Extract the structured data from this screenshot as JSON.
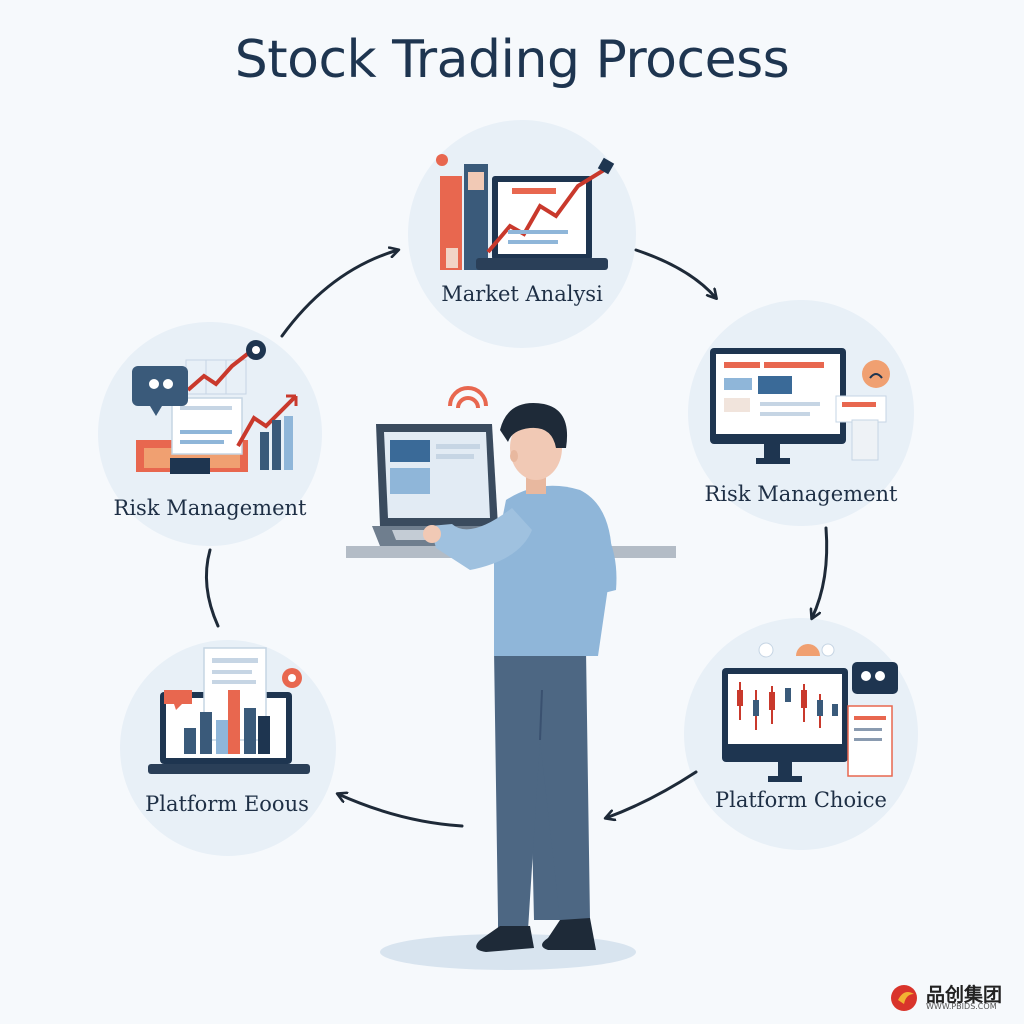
{
  "title": "Stock Trading Process",
  "nodes": {
    "market_analysis": {
      "label": "Market Analysi"
    },
    "risk_management_right": {
      "label": "Risk Management"
    },
    "platform_choice": {
      "label": "Platform Choice"
    },
    "platform_eoous": {
      "label": "Platform Eoous"
    },
    "risk_management_left": {
      "label": "Risk Management"
    }
  },
  "watermark": {
    "text": "品创集团",
    "url": "WWW.PBIDS.COM"
  },
  "colors": {
    "navy": "#1e3550",
    "accent_orange": "#e8674f",
    "circle_fill": "#e8f0f7",
    "shirt_blue": "#8fb6d9",
    "jeans": "#4d6783"
  }
}
